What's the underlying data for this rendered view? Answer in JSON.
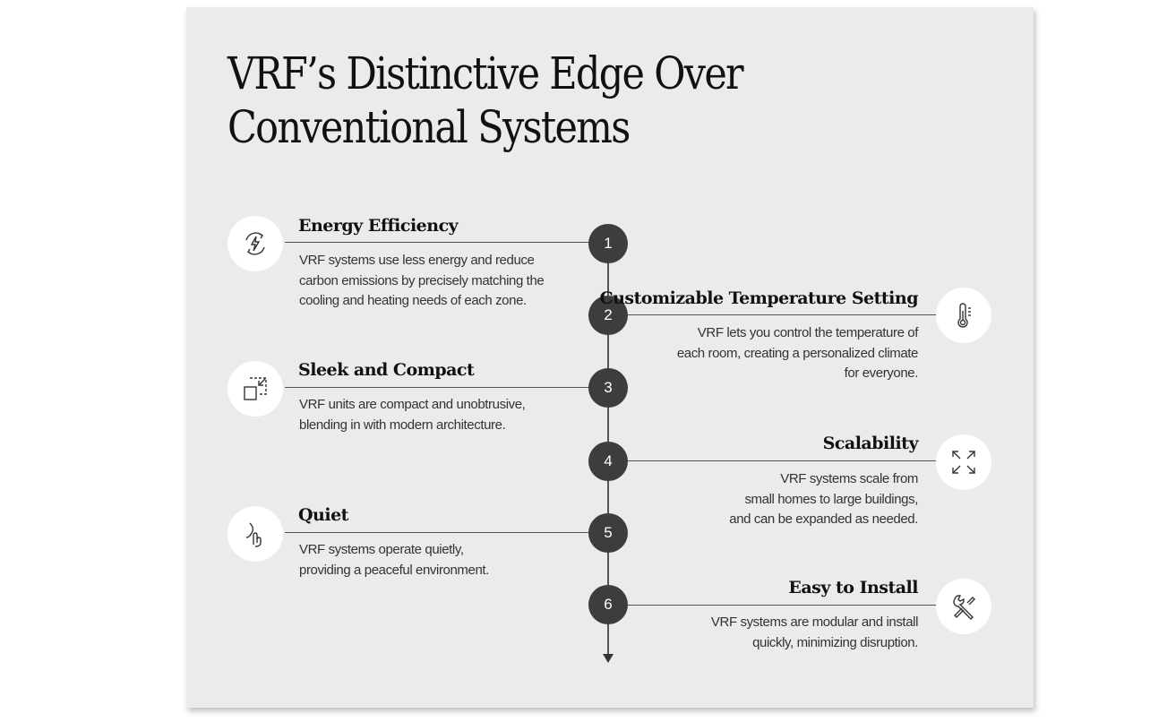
{
  "title": {
    "line1": "VRF’s Distinctive Edge Over",
    "line2": "Conventional Systems"
  },
  "items": [
    {
      "number": "1",
      "title": "Energy Efficiency",
      "icon": "energy-cycle-icon",
      "description": "VRF systems use less energy and reduce\ncarbon emissions by precisely matching the\ncooling and heating needs of each zone."
    },
    {
      "number": "2",
      "title": "Customizable Temperature Setting",
      "icon": "thermometer-icon",
      "description": "VRF lets you control the temperature of\neach room, creating a personalized climate\nfor everyone."
    },
    {
      "number": "3",
      "title": "Sleek and Compact",
      "icon": "compact-icon",
      "description": "VRF units are compact and unobtrusive,\nblending in with modern architecture."
    },
    {
      "number": "4",
      "title": "Scalability",
      "icon": "expand-icon",
      "description": "VRF systems scale from\nsmall homes to large buildings,\nand can be expanded as needed."
    },
    {
      "number": "5",
      "title": "Quiet",
      "icon": "quiet-icon",
      "description": "VRF systems operate quietly,\nproviding a peaceful environment."
    },
    {
      "number": "6",
      "title": "Easy to Install",
      "icon": "tools-icon",
      "description": "VRF systems are modular and install\nquickly, minimizing disruption."
    }
  ]
}
